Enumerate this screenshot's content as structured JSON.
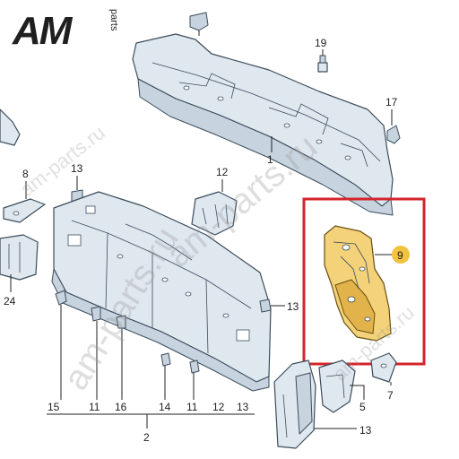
{
  "brand": {
    "logo_text": "AM",
    "logo_sub": "parts"
  },
  "watermarks": {
    "main": "am-parts.ru",
    "small": "am-parts.ru"
  },
  "callouts": {
    "c1": "1",
    "c2": "2",
    "c5": "5",
    "c7": "7",
    "c8": "8",
    "c9": "9",
    "c11a": "11",
    "c11b": "11",
    "c12": "12",
    "c13a": "13",
    "c13b": "13",
    "c13c": "13",
    "c14": "14",
    "c15": "15",
    "c16": "16",
    "c17": "17",
    "c19": "19",
    "c24": "24"
  },
  "colors": {
    "highlight_frame": "#d4242c",
    "highlight_part": "#f3d27a",
    "badge": "#f2c241",
    "line_art": "#3b4d5c"
  }
}
